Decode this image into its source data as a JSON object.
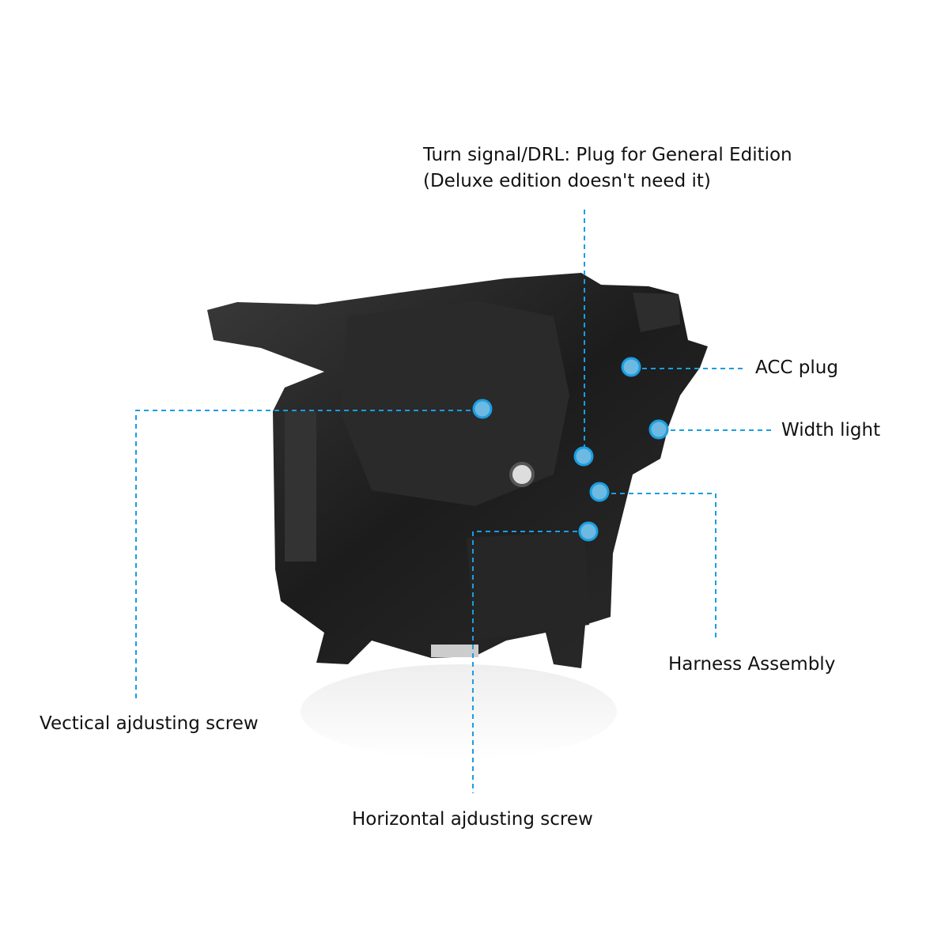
{
  "callouts": {
    "turn_signal": {
      "line1": "Turn signal/DRL: Plug for General Edition",
      "line2": "(Deluxe edition doesn't need it)"
    },
    "acc_plug": "ACC plug",
    "width_light": "Width light",
    "harness": "Harness Assembly",
    "vertical_screw": "Vectical ajdusting screw",
    "horizontal_screw": "Horizontal ajdusting screw"
  },
  "colors": {
    "accent": "#1a9ee0",
    "dot_fill": "#6db9e2",
    "housing": "#1e1e1e"
  }
}
